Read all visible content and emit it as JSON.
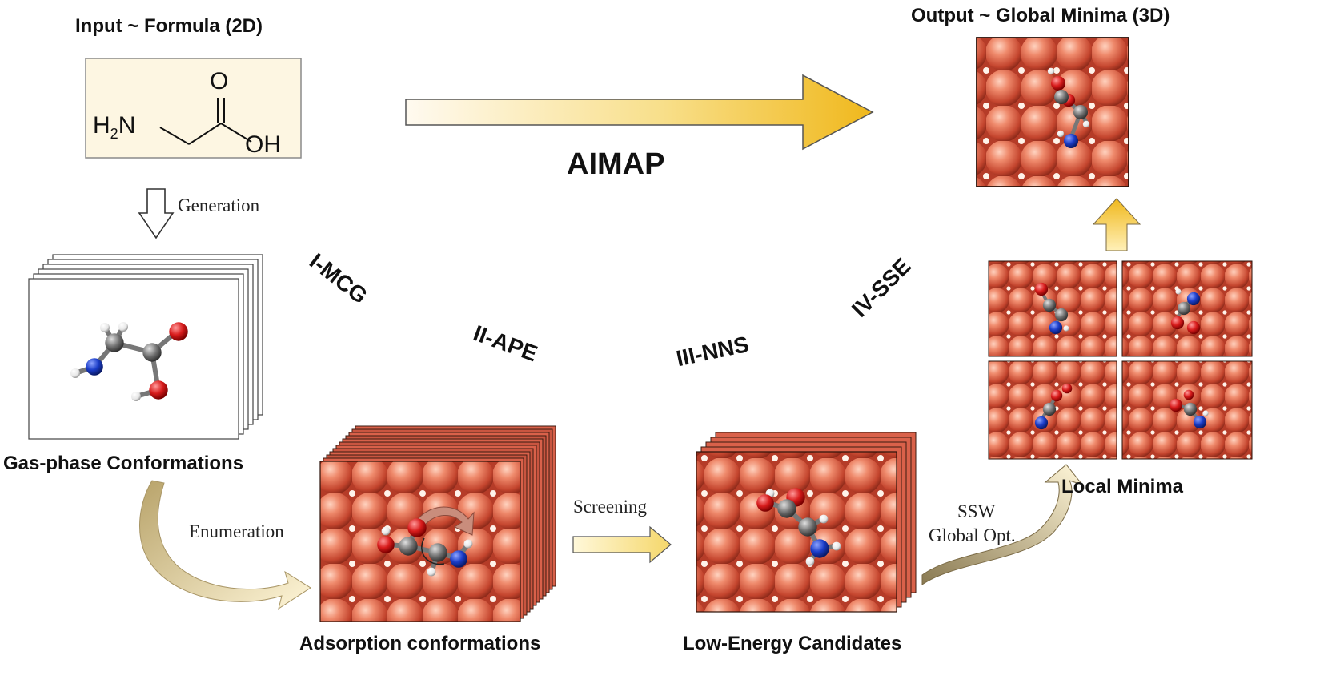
{
  "input": {
    "title": "Input ~ Formula (2D)",
    "formula": {
      "amine": "H",
      "amine_sub": "2",
      "amine_n": "N",
      "carbonyl_o": "O",
      "hydroxyl": "OH"
    }
  },
  "output": {
    "title": "Output ~ Global Minima (3D)"
  },
  "main_arrow": {
    "label": "AIMAP"
  },
  "stages": [
    "I-MCG",
    "II-APE",
    "III-NNS",
    "IV-SSE"
  ],
  "steps": {
    "generation": "Generation",
    "enumeration": "Enumeration",
    "screening": "Screening",
    "ssw_line1": "SSW",
    "ssw_line2": "Global Opt."
  },
  "captions": {
    "gas_phase": "Gas-phase Conformations",
    "adsorption": "Adsorption conformations",
    "low_energy": "Low-Energy Candidates",
    "local_minima": "Local Minima"
  },
  "colors": {
    "surface": "#d9614a",
    "arrow_fill": "#f3c530",
    "arrow_light": "#fff6d0",
    "curved_arrow": "#c9b98a",
    "carbon": "#6e6e6e",
    "oxygen": "#d81c1c",
    "nitrogen": "#1a3cc8",
    "hydrogen": "#f2f2f2"
  }
}
